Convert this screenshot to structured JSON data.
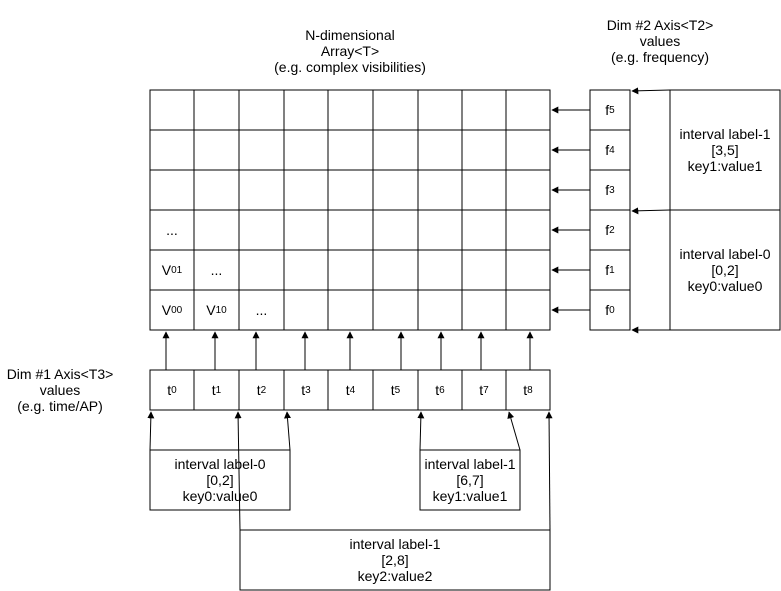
{
  "titles": {
    "array": [
      "N-dimensional",
      "Array<T>",
      "(e.g. complex visibilities)"
    ],
    "dim2": [
      "Dim #2 Axis<T2>",
      "values",
      "(e.g. frequency)"
    ],
    "dim1": [
      "Dim #1 Axis<T3>",
      "values",
      "(e.g. time/AP)"
    ]
  },
  "grid_cells": [
    {
      "row": 3,
      "col": 0,
      "text": "..."
    },
    {
      "row": 4,
      "col": 0,
      "base": "V",
      "sub": "01"
    },
    {
      "row": 4,
      "col": 1,
      "text": "..."
    },
    {
      "row": 5,
      "col": 0,
      "base": "V",
      "sub": "00"
    },
    {
      "row": 5,
      "col": 1,
      "base": "V",
      "sub": "10"
    },
    {
      "row": 5,
      "col": 2,
      "text": "..."
    }
  ],
  "dim2_values": [
    {
      "base": "f",
      "sub": "5"
    },
    {
      "base": "f",
      "sub": "4"
    },
    {
      "base": "f",
      "sub": "3"
    },
    {
      "base": "f",
      "sub": "2"
    },
    {
      "base": "f",
      "sub": "1"
    },
    {
      "base": "f",
      "sub": "0"
    }
  ],
  "dim2_intervals": [
    {
      "lines": [
        "interval label-1",
        "[3,5]",
        "key1:value1"
      ]
    },
    {
      "lines": [
        "interval label-0",
        "[0,2]",
        "key0:value0"
      ]
    }
  ],
  "dim1_values": [
    {
      "base": "t",
      "sub": "0"
    },
    {
      "base": "t",
      "sub": "1"
    },
    {
      "base": "t",
      "sub": "2"
    },
    {
      "base": "t",
      "sub": "3"
    },
    {
      "base": "t",
      "sub": "4"
    },
    {
      "base": "t",
      "sub": "5"
    },
    {
      "base": "t",
      "sub": "6"
    },
    {
      "base": "t",
      "sub": "7"
    },
    {
      "base": "t",
      "sub": "8"
    }
  ],
  "dim1_intervals": [
    {
      "lines": [
        "interval label-0",
        "[0,2]",
        "key0:value0"
      ]
    },
    {
      "lines": [
        "interval label-1",
        "[6,7]",
        "key1:value1"
      ]
    },
    {
      "lines": [
        "interval label-1",
        "[2,8]",
        "key2:value2"
      ]
    }
  ]
}
